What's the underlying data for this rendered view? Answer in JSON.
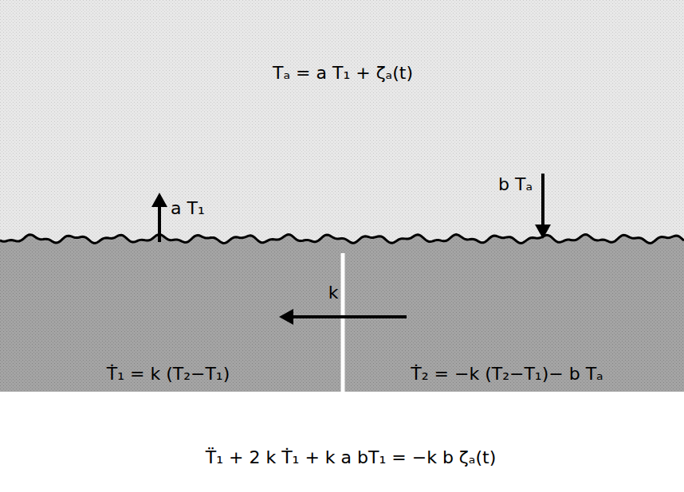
{
  "diagram": {
    "nodes": [
      {
        "text": [
          "Tₐ = a T₁ + ζₐ(t)"
        ]
      },
      {
        "text": [
          "Ṫ₁ = k (T₂−T₁)"
        ]
      },
      {
        "text": [
          "Ṫ₂ = −k (T₂−T₁)− b Tₐ"
        ]
      }
    ],
    "edges": [
      {
        "from": 1,
        "to": 0,
        "label": "a T₁",
        "arrow": "to"
      },
      {
        "from": 0,
        "to": 2,
        "label": "b Tₐ",
        "arrow": "to"
      },
      {
        "from": 2,
        "to": 1,
        "label": "k",
        "arrow": "to"
      }
    ],
    "labels": [
      "T̈₁ + 2 k Ṫ₁ + k a bT₁ = −k b ζₐ(t)"
    ]
  }
}
